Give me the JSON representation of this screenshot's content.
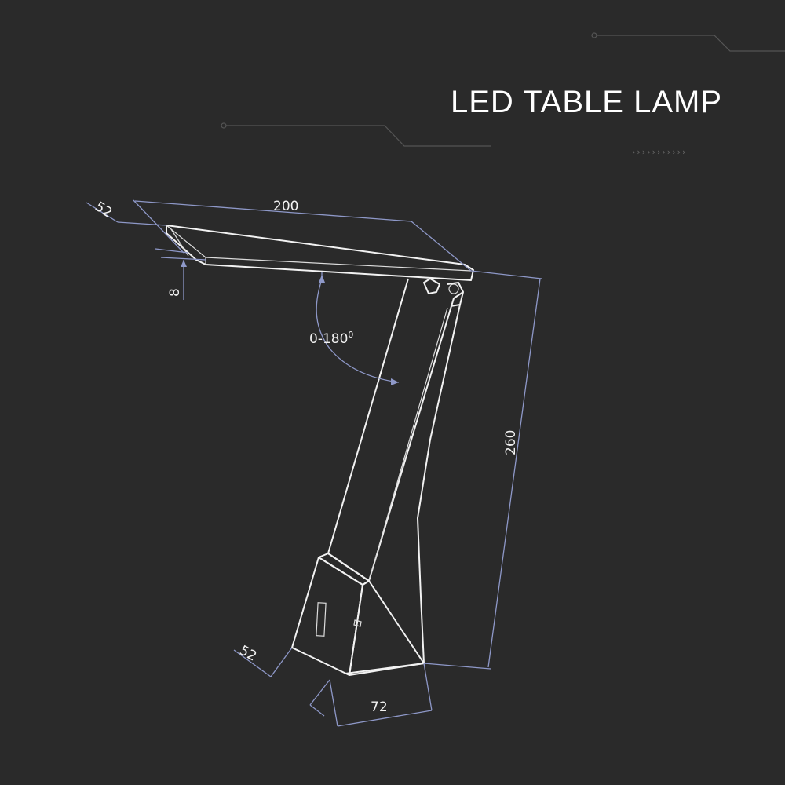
{
  "title": "LED TABLE LAMP",
  "dimensions": {
    "head_width": "52",
    "head_length": "200",
    "head_thickness": "8",
    "rotation": "0-180",
    "rotation_unit": "0",
    "height": "260",
    "base_width": "52",
    "base_length": "72"
  },
  "decoration": {
    "chevrons": "›››››››››››"
  },
  "colors": {
    "background": "#2a2a2a",
    "outline": "#f2f2f2",
    "dimension_line": "#8e98c8",
    "text": "#ffffff"
  }
}
